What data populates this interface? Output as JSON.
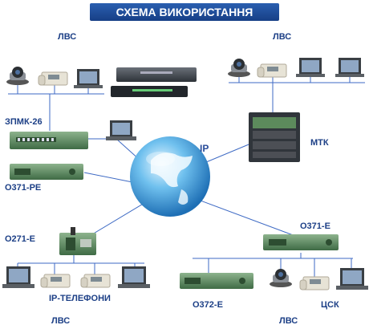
{
  "title": "СХЕМА ВИКОРИСТАННЯ",
  "labels": {
    "lan_top_left": "ЛВС",
    "lan_top_right": "ЛВС",
    "lan_bottom_left": "ЛВС",
    "lan_bottom_right": "ЛВС",
    "zpmk": "ЗПМК-26",
    "o371_re": "О371-РЕ",
    "o271_e": "О271-Е",
    "ip_phones": "IP-ТЕЛЕФОНИ",
    "ip": "IP",
    "mtk": "МТК",
    "o371_e": "О371-Е",
    "o372_e": "О372-Е",
    "csk": "ЦСК"
  },
  "colors": {
    "banner": "#1f4e9e",
    "label": "#1c3f86",
    "line": "#3e6ac4",
    "device": "#5a8a5a",
    "laptop": "#444444"
  }
}
